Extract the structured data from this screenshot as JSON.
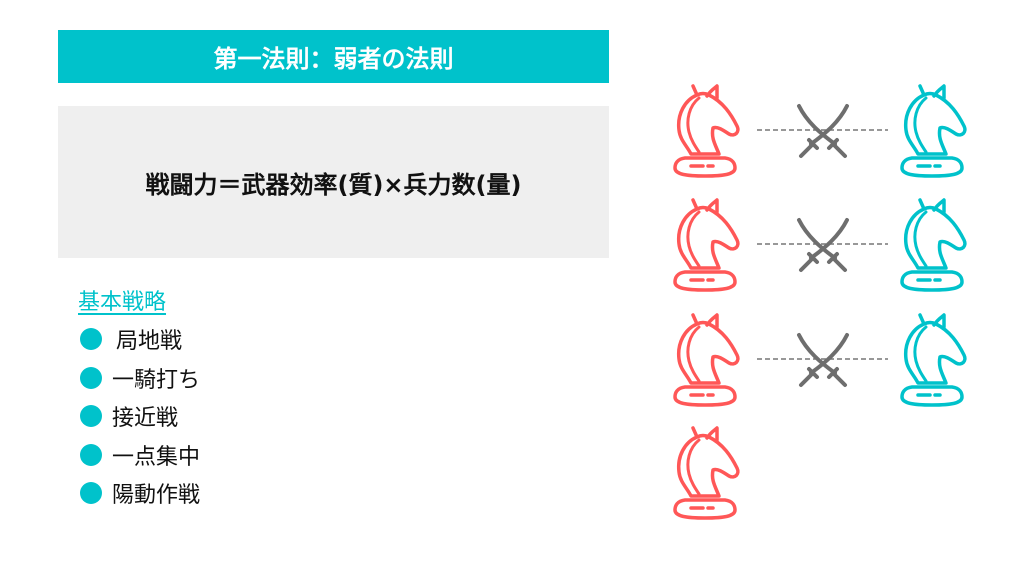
{
  "title": "第一法則：弱者の法則",
  "formula": "戦闘力＝武器効率(質)×兵力数(量)",
  "strategy": {
    "heading": "基本戦略",
    "items": [
      "局地戦",
      "一騎打ち",
      "接近戦",
      "一点集中",
      "陽動作戦"
    ]
  },
  "battle": {
    "weak_side_count": 4,
    "strong_side_count": 3,
    "duels": 3,
    "icons": [
      "knight-icon",
      "crossed-swords-icon"
    ]
  },
  "colors": {
    "accent": "#00C2CB",
    "weak": "#FF5757",
    "swords": "#6E6E6E",
    "box": "#EFEFEF"
  }
}
